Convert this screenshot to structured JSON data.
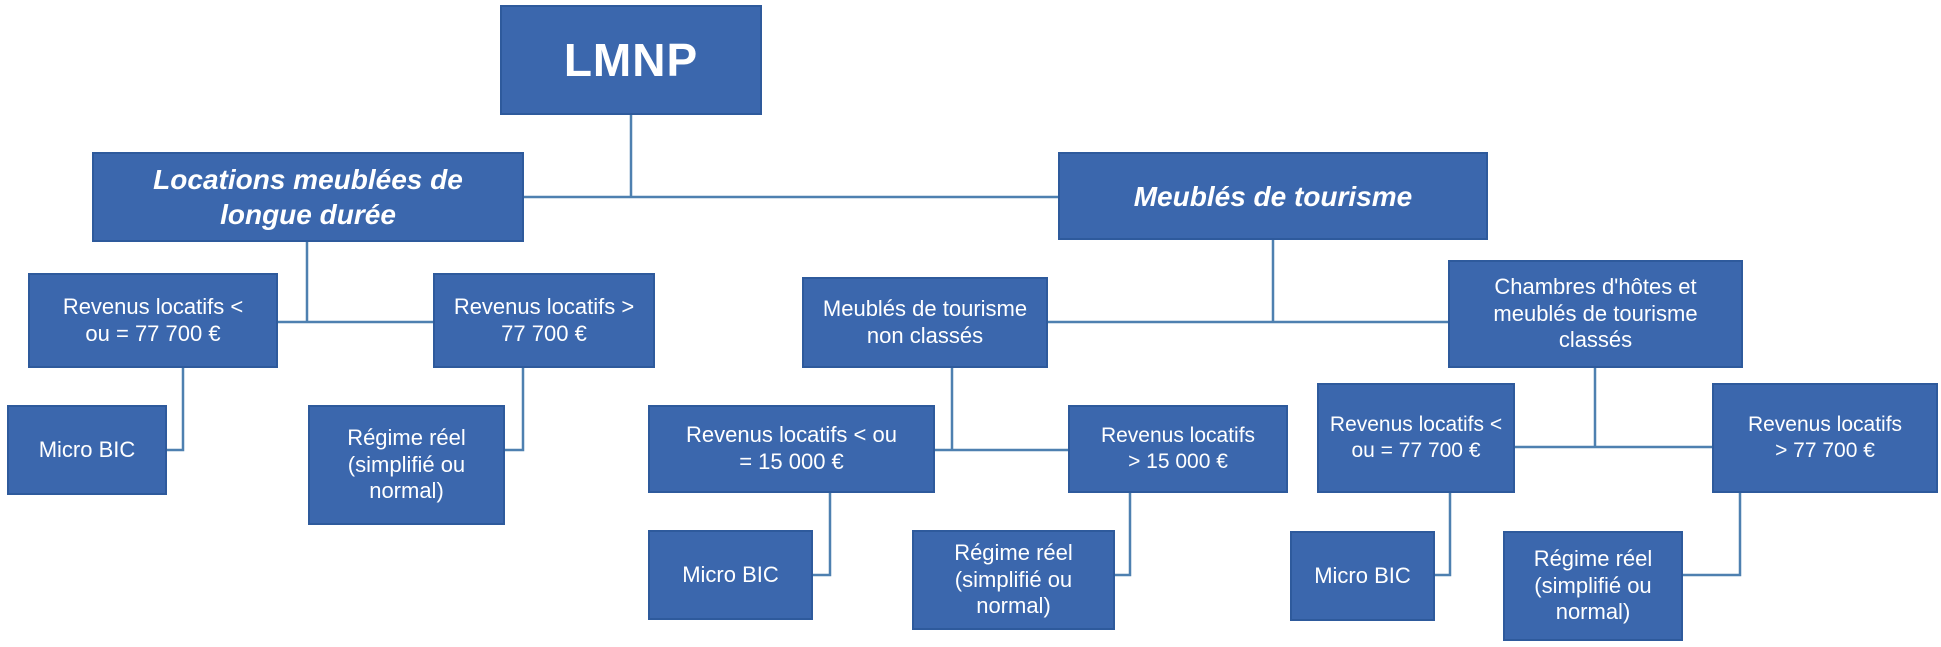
{
  "diagram": {
    "type": "decision-tree",
    "title": "LMNP"
  },
  "colors": {
    "box_fill": "#3b67ad",
    "box_border": "#2e5a9c",
    "connector": "#4e80b0",
    "text": "#ffffff",
    "background": "#ffffff"
  },
  "nodes": {
    "lmnp": {
      "label": "LMNP",
      "lines": [
        "LMNP"
      ]
    },
    "long_term": {
      "label": "Locations meublées de longue durée",
      "lines": [
        "Locations meublées de",
        "longue durée"
      ]
    },
    "tourism": {
      "label": "Meublés de tourisme",
      "lines": [
        "Meublés de tourisme"
      ]
    },
    "lt_low": {
      "label": "Revenus locatifs < ou = 77 700 €",
      "lines": [
        "Revenus locatifs <",
        "ou = 77 700 €"
      ]
    },
    "lt_high": {
      "label": "Revenus locatifs > 77 700 €",
      "lines": [
        "Revenus locatifs >",
        "77 700 €"
      ]
    },
    "unclassified": {
      "label": "Meublés de tourisme non classés",
      "lines": [
        "Meublés de tourisme",
        "non classés"
      ]
    },
    "classified": {
      "label": "Chambres d'hôtes et meublés de tourisme classés",
      "lines": [
        "Chambres d'hôtes et",
        "meublés de tourisme",
        "classés"
      ]
    },
    "lt_low_result": {
      "label": "Micro BIC",
      "lines": [
        "Micro BIC"
      ]
    },
    "lt_high_result": {
      "label": "Régime réel (simplifié ou normal)",
      "lines": [
        "Régime réel",
        "(simplifié ou",
        "normal)"
      ]
    },
    "uc_low": {
      "label": "Revenus locatifs < ou = 15 000 €",
      "lines": [
        "Revenus locatifs < ou",
        "= 15 000 €"
      ]
    },
    "uc_high": {
      "label": "Revenus locatifs > 15 000 €",
      "lines": [
        "Revenus locatifs",
        "> 15 000 €"
      ]
    },
    "uc_low_result": {
      "label": "Micro BIC",
      "lines": [
        "Micro BIC"
      ]
    },
    "uc_high_result": {
      "label": "Régime réel (simplifié ou normal)",
      "lines": [
        "Régime réel",
        "(simplifié ou",
        "normal)"
      ]
    },
    "cl_low": {
      "label": "Revenus locatifs < ou = 77 700 €",
      "lines": [
        "Revenus locatifs <",
        "ou = 77 700 €"
      ]
    },
    "cl_high": {
      "label": "Revenus locatifs > 77 700 €",
      "lines": [
        "Revenus locatifs",
        "> 77 700 €"
      ]
    },
    "cl_low_result": {
      "label": "Micro BIC",
      "lines": [
        "Micro BIC"
      ]
    },
    "cl_high_result": {
      "label": "Régime réel (simplifié ou normal)",
      "lines": [
        "Régime réel",
        "(simplifié ou",
        "normal)"
      ]
    }
  },
  "edges": [
    [
      "lmnp",
      "long_term"
    ],
    [
      "lmnp",
      "tourism"
    ],
    [
      "long_term",
      "lt_low"
    ],
    [
      "long_term",
      "lt_high"
    ],
    [
      "lt_low",
      "lt_low_result"
    ],
    [
      "lt_high",
      "lt_high_result"
    ],
    [
      "tourism",
      "unclassified"
    ],
    [
      "tourism",
      "classified"
    ],
    [
      "unclassified",
      "uc_low"
    ],
    [
      "unclassified",
      "uc_high"
    ],
    [
      "uc_low",
      "uc_low_result"
    ],
    [
      "uc_high",
      "uc_high_result"
    ],
    [
      "classified",
      "cl_low"
    ],
    [
      "classified",
      "cl_high"
    ],
    [
      "cl_low",
      "cl_low_result"
    ],
    [
      "cl_high",
      "cl_high_result"
    ]
  ]
}
